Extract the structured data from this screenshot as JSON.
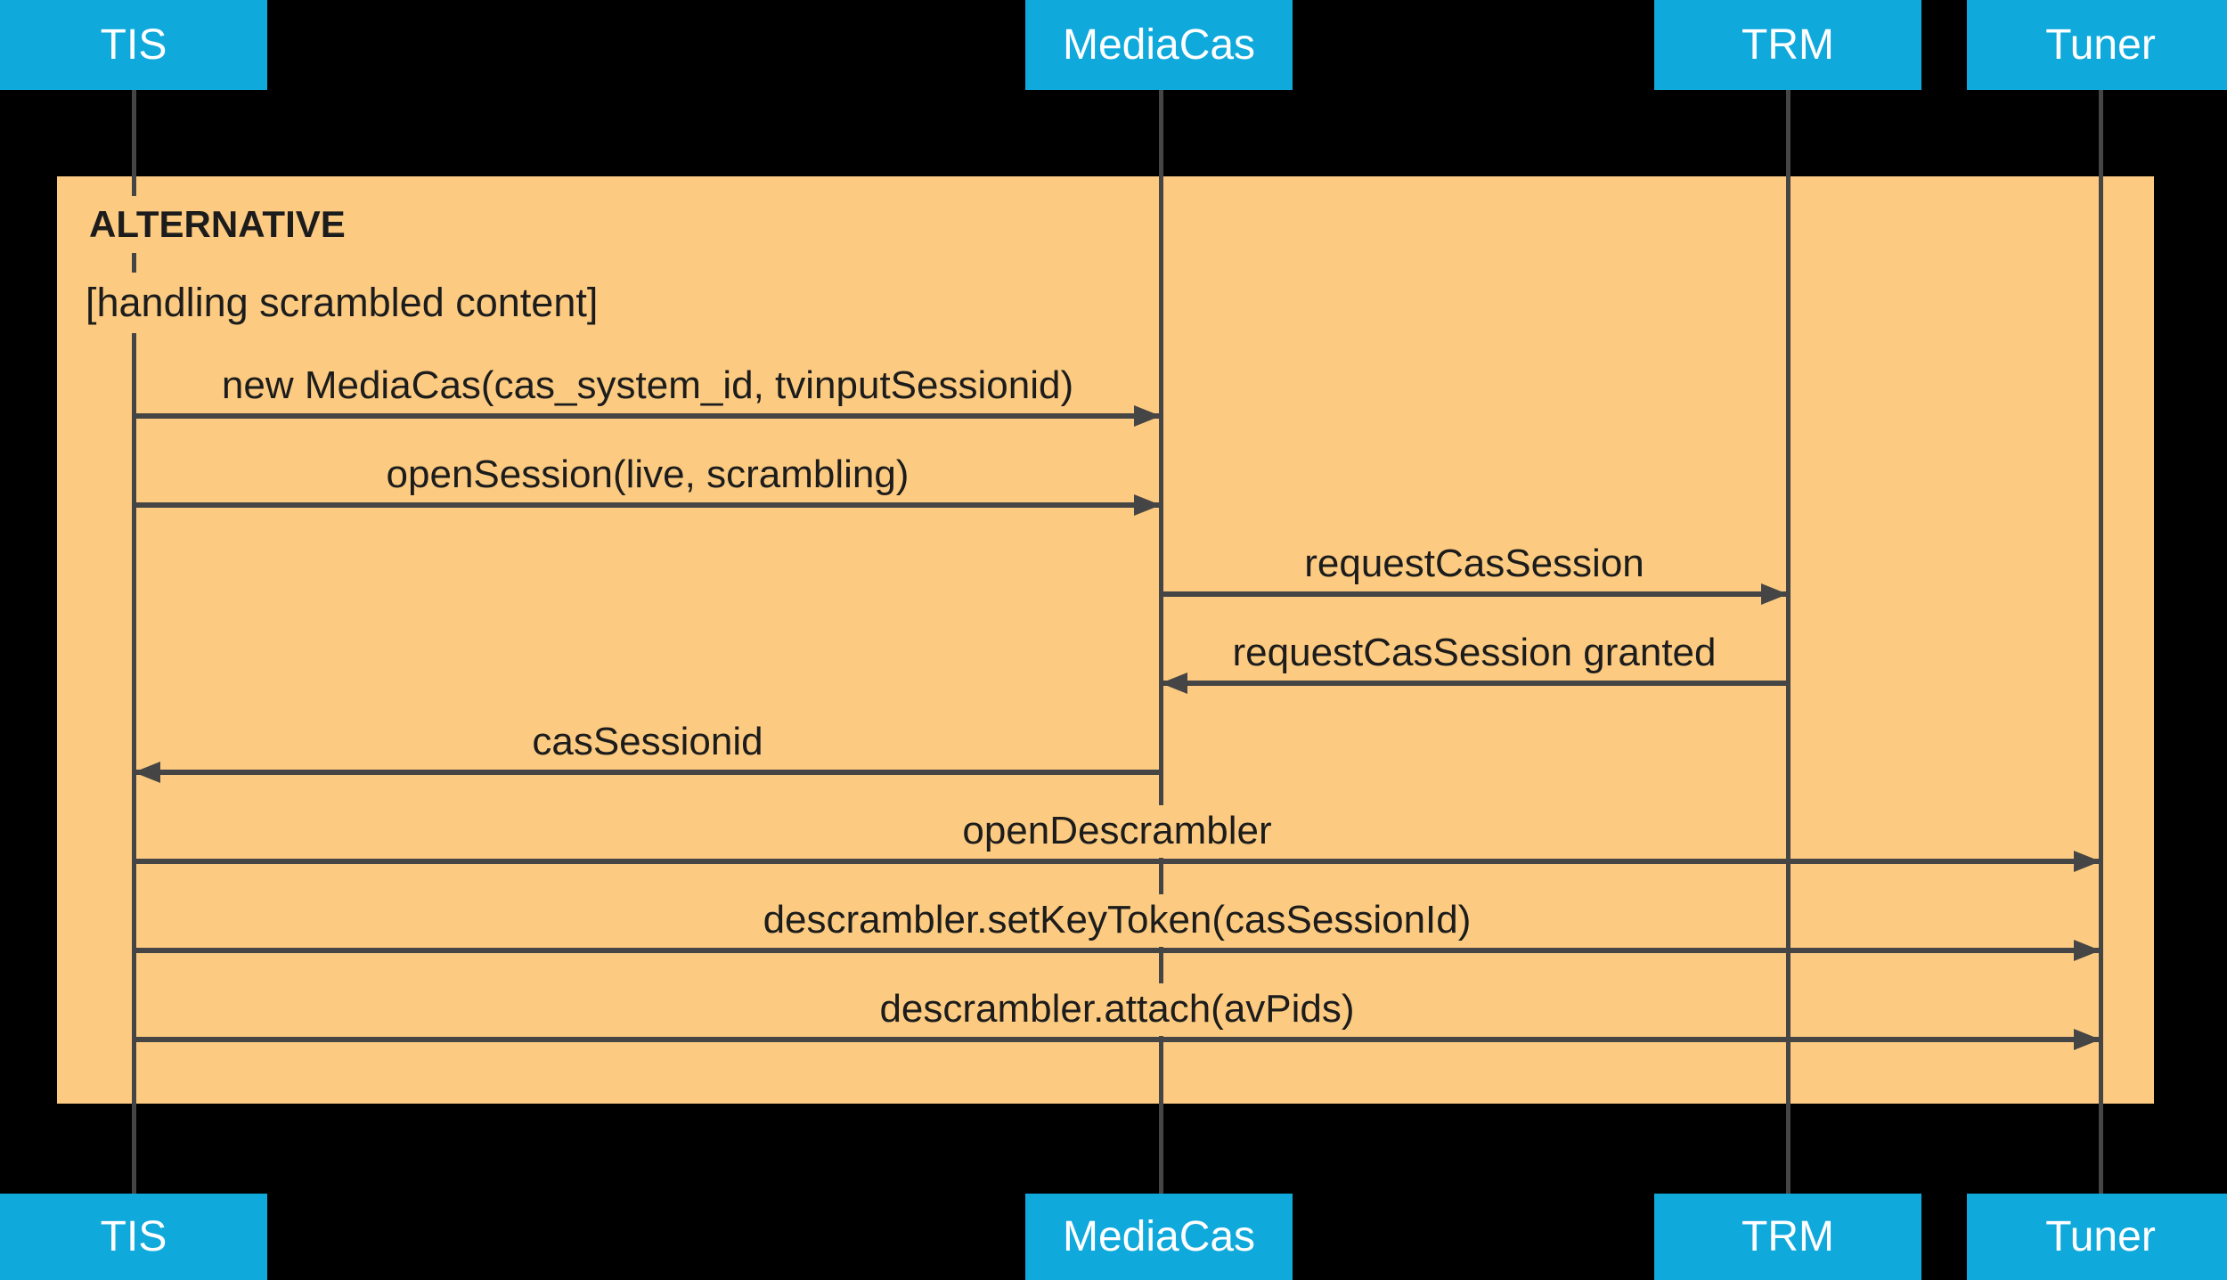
{
  "diagram": {
    "type": "sequence-diagram",
    "frame": {
      "operator": "ALTERNATIVE",
      "guard": "[handling scrambled content]"
    },
    "actors": [
      {
        "name": "TIS"
      },
      {
        "name": "MediaCas"
      },
      {
        "name": "TRM"
      },
      {
        "name": "Tuner"
      }
    ],
    "messages": [
      {
        "label": "new MediaCas(cas_system_id, tvinputSessionid)",
        "from": "TIS",
        "to": "MediaCas"
      },
      {
        "label": "openSession(live, scrambling)",
        "from": "TIS",
        "to": "MediaCas"
      },
      {
        "label": "requestCasSession",
        "from": "MediaCas",
        "to": "TRM"
      },
      {
        "label": "requestCasSession granted",
        "from": "TRM",
        "to": "MediaCas"
      },
      {
        "label": "casSessionid",
        "from": "MediaCas",
        "to": "TIS"
      },
      {
        "label": "openDescrambler",
        "from": "TIS",
        "to": "Tuner"
      },
      {
        "label": "descrambler.setKeyToken(casSessionId)",
        "from": "TIS",
        "to": "Tuner"
      },
      {
        "label": "descrambler.attach(avPids)",
        "from": "TIS",
        "to": "Tuner"
      }
    ],
    "colors": {
      "background": "#000000",
      "actor_fill": "#0FA9DC",
      "actor_text": "#FFFFFF",
      "frame_fill": "#FCCB81",
      "line_color": "#454545",
      "text_color": "#1C1C1C"
    }
  }
}
